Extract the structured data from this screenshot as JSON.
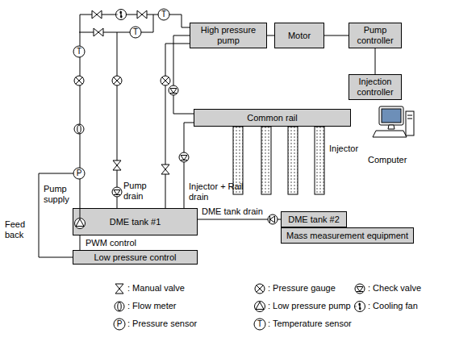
{
  "diagram": {
    "nodes": [
      {
        "text": [
          "High pressure pump"
        ]
      },
      {
        "text": [
          "Motor"
        ]
      },
      {
        "text": [
          "Pump controller"
        ]
      },
      {
        "text": [
          "Injection controller"
        ]
      },
      {
        "text": [
          "Common rail"
        ]
      },
      {
        "text": [
          "DME tank #2"
        ]
      },
      {
        "text": [
          "Mass measurement equipment"
        ]
      },
      {
        "text": [
          "DME tank #1"
        ]
      },
      {
        "text": [
          "Low pressure control"
        ]
      }
    ],
    "edges": [
      {
        "from": 0,
        "to": 1,
        "arrow": "none"
      },
      {
        "from": 1,
        "to": 2,
        "arrow": "none"
      },
      {
        "from": 2,
        "to": 3,
        "arrow": "none"
      },
      {
        "from": 0,
        "to": 4,
        "arrow": "none"
      },
      {
        "from": 7,
        "to": 0,
        "label": "Pump supply",
        "arrow": "none"
      },
      {
        "from": 0,
        "to": 7,
        "label": "Pump drain",
        "arrow": "none"
      },
      {
        "from": 4,
        "to": 7,
        "label": "Injector + Rail drain",
        "arrow": "none"
      },
      {
        "from": 5,
        "to": 7,
        "label": "DME tank drain",
        "arrow": "none"
      },
      {
        "from": 8,
        "to": 7,
        "label": "PWM control",
        "arrow": "none"
      }
    ],
    "labels": [
      "Feed back",
      "Injector",
      "Computer",
      "T",
      "T",
      "T",
      "P",
      "P",
      "T"
    ],
    "legend": [
      {
        "text": ": Manual valve"
      },
      {
        "text": ": Pressure gauge"
      },
      {
        "text": ": Check valve"
      },
      {
        "text": ": Flow meter"
      },
      {
        "text": ": Low pressure pump"
      },
      {
        "text": ": Cooling fan"
      },
      {
        "text": ": Pressure sensor"
      },
      {
        "text": ": Temperature sensor"
      }
    ]
  }
}
